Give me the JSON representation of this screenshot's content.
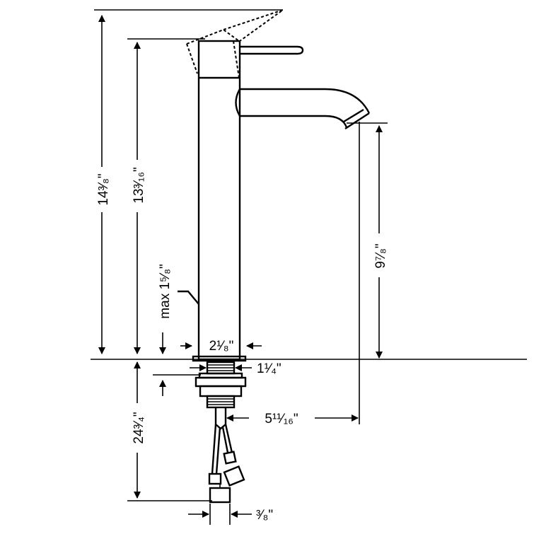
{
  "dimensions": {
    "total_height": "14³⁄₈\"",
    "spout_top_height": "13³⁄₁₆\"",
    "max_deck_thickness": "max 1⁵⁄₈\"",
    "base_diameter": "2¹⁄₈\"",
    "shank_diameter": "1¹⁄₄\"",
    "spout_reach": "5¹¹⁄₁₆\"",
    "below_deck_length": "24³⁄₄\"",
    "spout_clearance": "9⁷⁄₈\"",
    "hose_connection": "³⁄₈\""
  },
  "colors": {
    "line": "#000000",
    "background": "#ffffff"
  }
}
